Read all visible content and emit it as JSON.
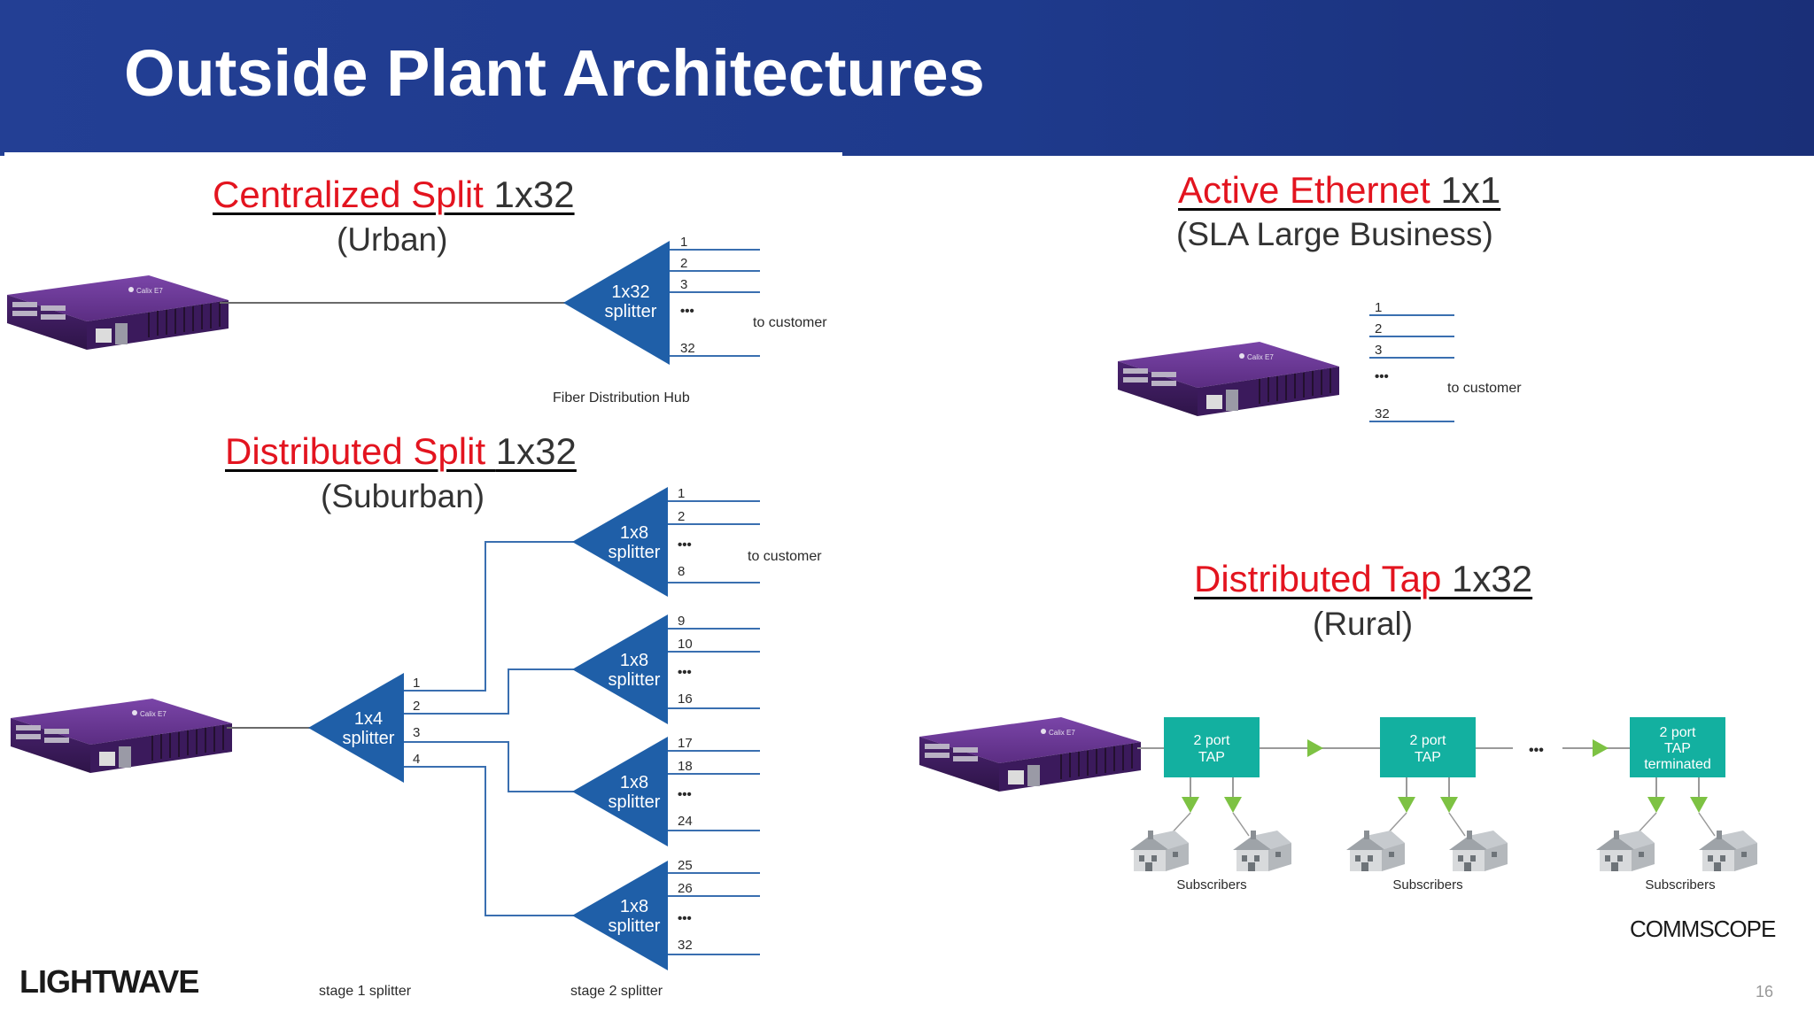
{
  "title": "Outside Plant Architectures",
  "sections": {
    "centralized": {
      "title_red": "Centralized Split ",
      "title_dark": "1x32",
      "subtitle": "(Urban)",
      "splitter_line1": "1x32",
      "splitter_line2": "splitter",
      "ports": [
        "1",
        "2",
        "3",
        "•••",
        "32"
      ],
      "to_customer": "to customer",
      "hub_label": "Fiber Distribution Hub"
    },
    "active": {
      "title_red": "Active Ethernet ",
      "title_dark": "1x1",
      "subtitle": "(SLA Large Business)",
      "ports": [
        "1",
        "2",
        "3",
        "•••",
        "32"
      ],
      "to_customer": "to customer"
    },
    "distributed_split": {
      "title_red": "Distributed Split ",
      "title_dark": "1x32",
      "subtitle": "(Suburban)",
      "stage1_line1": "1x4",
      "stage1_line2": "splitter",
      "stage1_ports": [
        "1",
        "2",
        "3",
        "4"
      ],
      "stage2_line1": "1x8",
      "stage2_line2": "splitter",
      "stage2_ports": [
        [
          "1",
          "2",
          "•••",
          "8"
        ],
        [
          "9",
          "10",
          "•••",
          "16"
        ],
        [
          "17",
          "18",
          "•••",
          "24"
        ],
        [
          "25",
          "26",
          "•••",
          "32"
        ]
      ],
      "to_customer": "to customer",
      "stage1_label": "stage 1 splitter",
      "stage2_label": "stage 2 splitter"
    },
    "distributed_tap": {
      "title_red": "Distributed Tap ",
      "title_dark": "1x32",
      "subtitle": "(Rural)",
      "taps": [
        [
          "2 port",
          "TAP"
        ],
        [
          "2 port",
          "TAP"
        ],
        [
          "2 port",
          "TAP",
          "terminated"
        ]
      ],
      "ellipsis": "•••",
      "subscribers_label": "Subscribers"
    }
  },
  "logos": {
    "lightwave": "LIGHTWAVE",
    "commscope": "COMMSCOPE"
  },
  "page_number": "16",
  "colors": {
    "header": "#1e3a8c",
    "title_red": "#e3141f",
    "splitter_blue": "#1f5fa8",
    "tap_teal": "#13b0a0",
    "arrow_green": "#7dc243",
    "device_purple": "#5b2d82"
  }
}
